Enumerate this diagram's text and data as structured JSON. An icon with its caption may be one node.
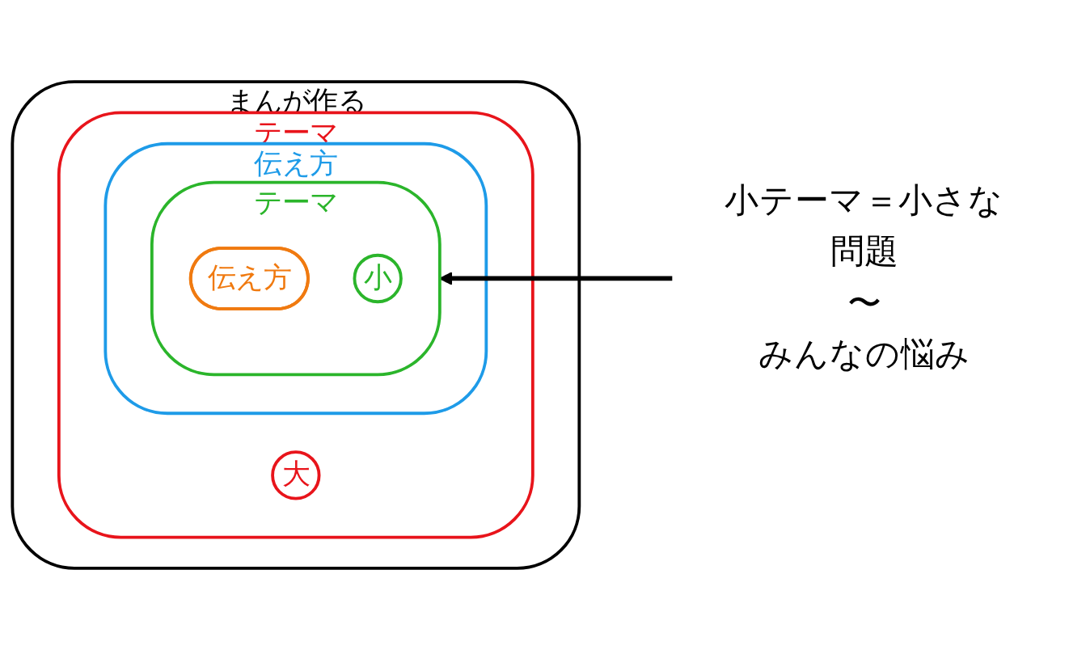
{
  "diagram": {
    "nodes": [
      {
        "text": [
          "まんが作る"
        ]
      },
      {
        "text": [
          "テーマ"
        ],
        "in": 0
      },
      {
        "text": [
          "大"
        ],
        "in": 1
      },
      {
        "text": [
          "伝え方"
        ],
        "in": 1
      },
      {
        "text": [
          "テーマ"
        ],
        "in": 3
      },
      {
        "text": [
          "小"
        ],
        "in": 4
      },
      {
        "text": [
          "伝え方"
        ],
        "in": 4
      },
      {
        "text": [
          "小テーマ＝小さな問題",
          "〜",
          "みんなの悩み"
        ]
      }
    ],
    "edges": [
      {
        "from": 7,
        "to": 4,
        "arrow": "to"
      }
    ]
  }
}
